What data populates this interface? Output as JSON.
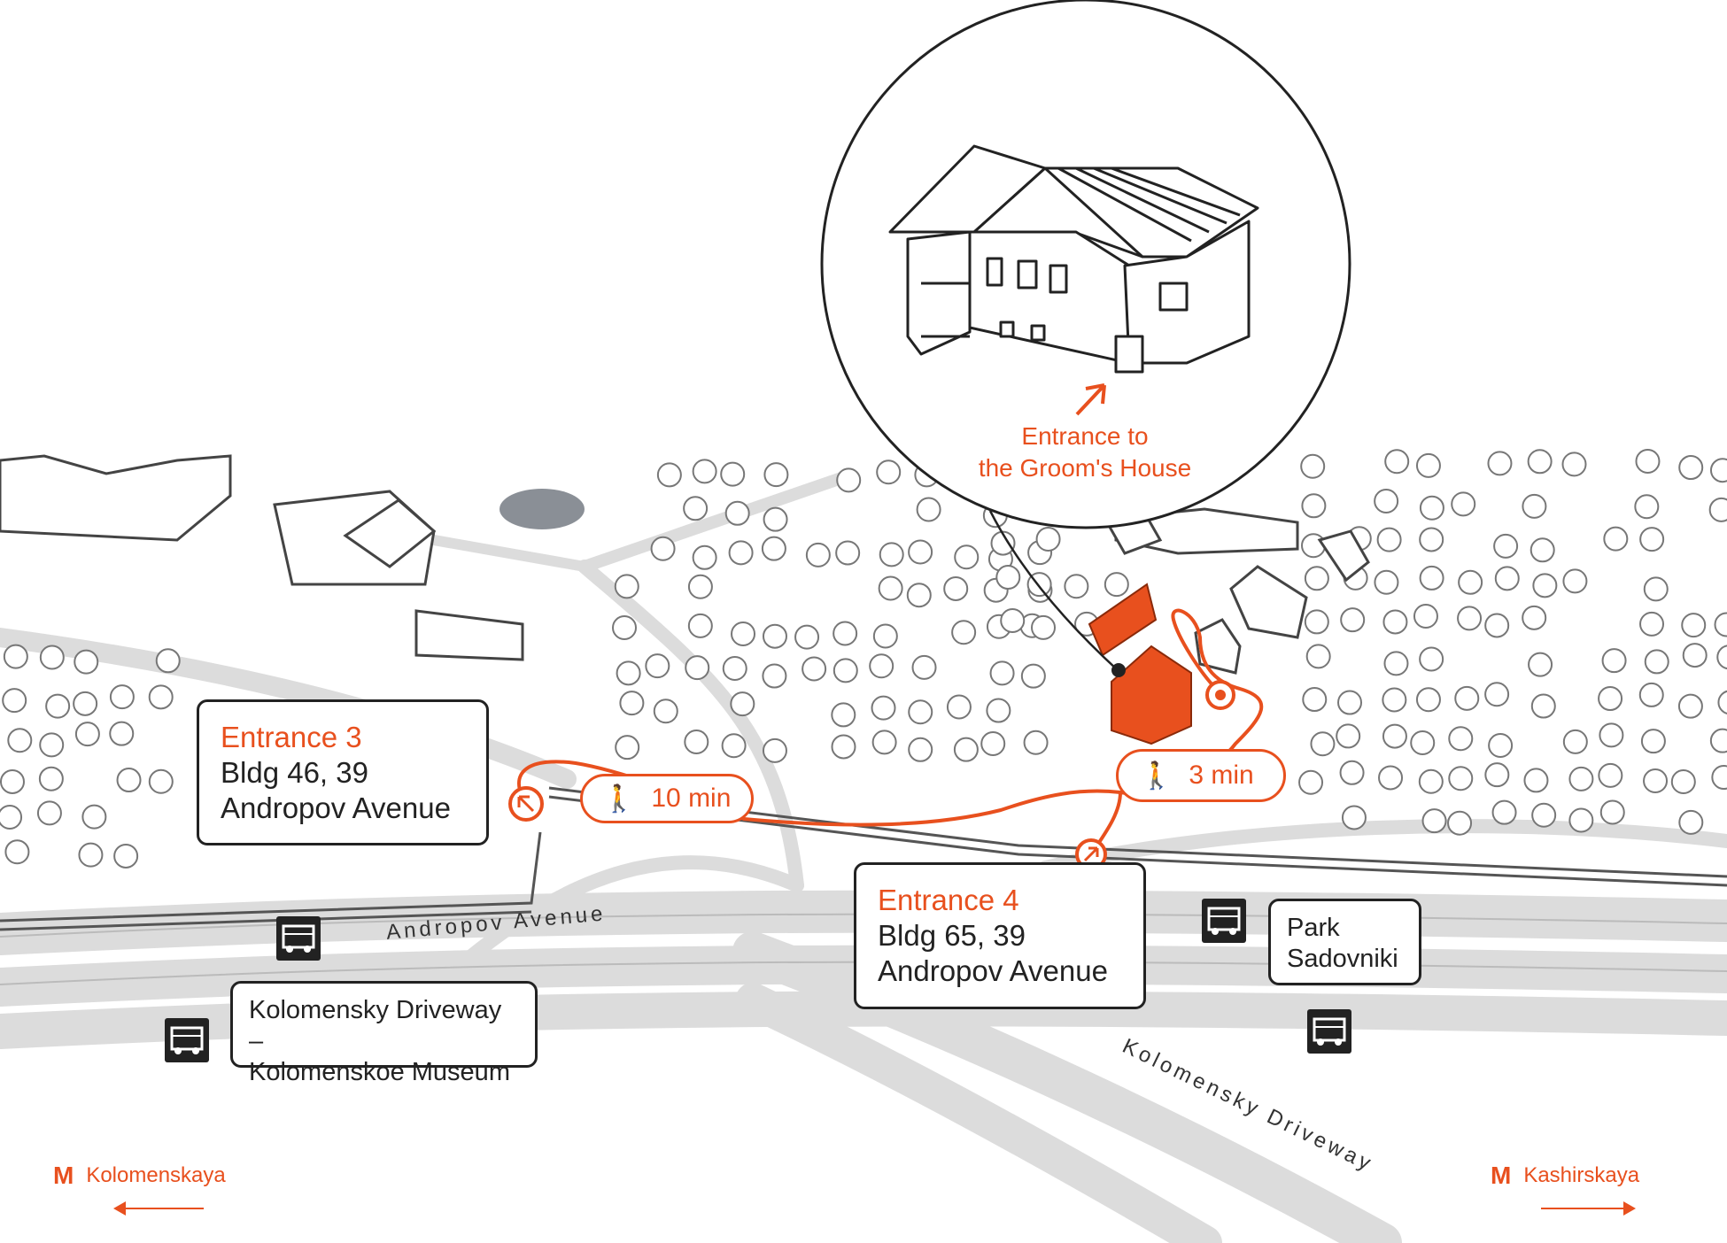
{
  "colors": {
    "accent": "#e8501e",
    "ink": "#222222",
    "road": "#d8d8d8",
    "water": "#8a8f96"
  },
  "detail": {
    "caption_line1": "Entrance to",
    "caption_line2": "the Groom's House"
  },
  "entrances": [
    {
      "title": "Entrance 3",
      "line1": "Bldg 46, 39",
      "line2": "Andropov Avenue"
    },
    {
      "title": "Entrance 4",
      "line1": "Bldg 65, 39",
      "line2": "Andropov Avenue"
    }
  ],
  "walk_times": [
    {
      "label": "10 min",
      "icon": "pedestrian-icon"
    },
    {
      "label": "3 min",
      "icon": "pedestrian-icon"
    }
  ],
  "bus_stops": [
    {
      "line1": "Kolomensky Driveway –",
      "line2": "Kolomenskoe Museum",
      "icon": "bus-icon"
    },
    {
      "line1": "Park",
      "line2": "Sadovniki",
      "icon": "bus-icon"
    }
  ],
  "roads": [
    {
      "name": "Andropov Avenue"
    },
    {
      "name": "Kolomensky Driveway"
    }
  ],
  "metro": [
    {
      "symbol": "M",
      "name": "Kolomenskaya",
      "direction": "left"
    },
    {
      "symbol": "M",
      "name": "Kashirskaya",
      "direction": "right"
    }
  ]
}
